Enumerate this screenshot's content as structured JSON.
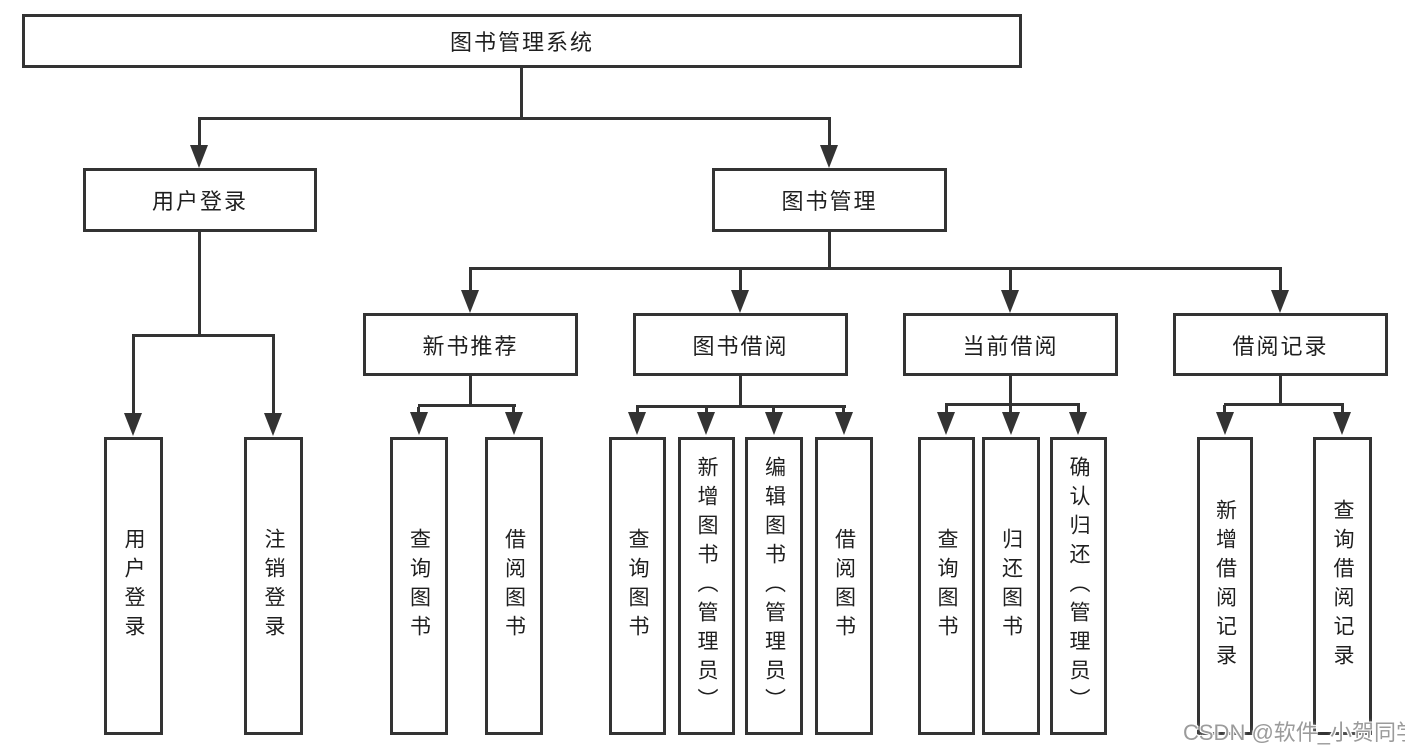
{
  "diagram": {
    "title": "图书管理系统",
    "level2": {
      "user_login": "用户登录",
      "book_mgmt": "图书管理"
    },
    "level3": {
      "new_book": "新书推荐",
      "borrow": "图书借阅",
      "current": "当前借阅",
      "records": "借阅记录"
    },
    "leaves": {
      "user_login_1": "用户登录",
      "user_login_2": "注销登录",
      "new_book_1": "查询图书",
      "new_book_2": "借阅图书",
      "borrow_1": "查询图书",
      "borrow_2": "新增图书（管理员）",
      "borrow_3": "编辑图书（管理员）",
      "borrow_4": "借阅图书",
      "current_1": "查询图书",
      "current_2": "归还图书",
      "current_3": "确认归还（管理员）",
      "records_1": "新增借阅记录",
      "records_2": "查询借阅记录"
    },
    "watermark": "CSDN @软件_小贺同学",
    "colors": {
      "line": "#333333",
      "text": "#1f1f1f",
      "watermark": "#9b9b9b"
    }
  }
}
